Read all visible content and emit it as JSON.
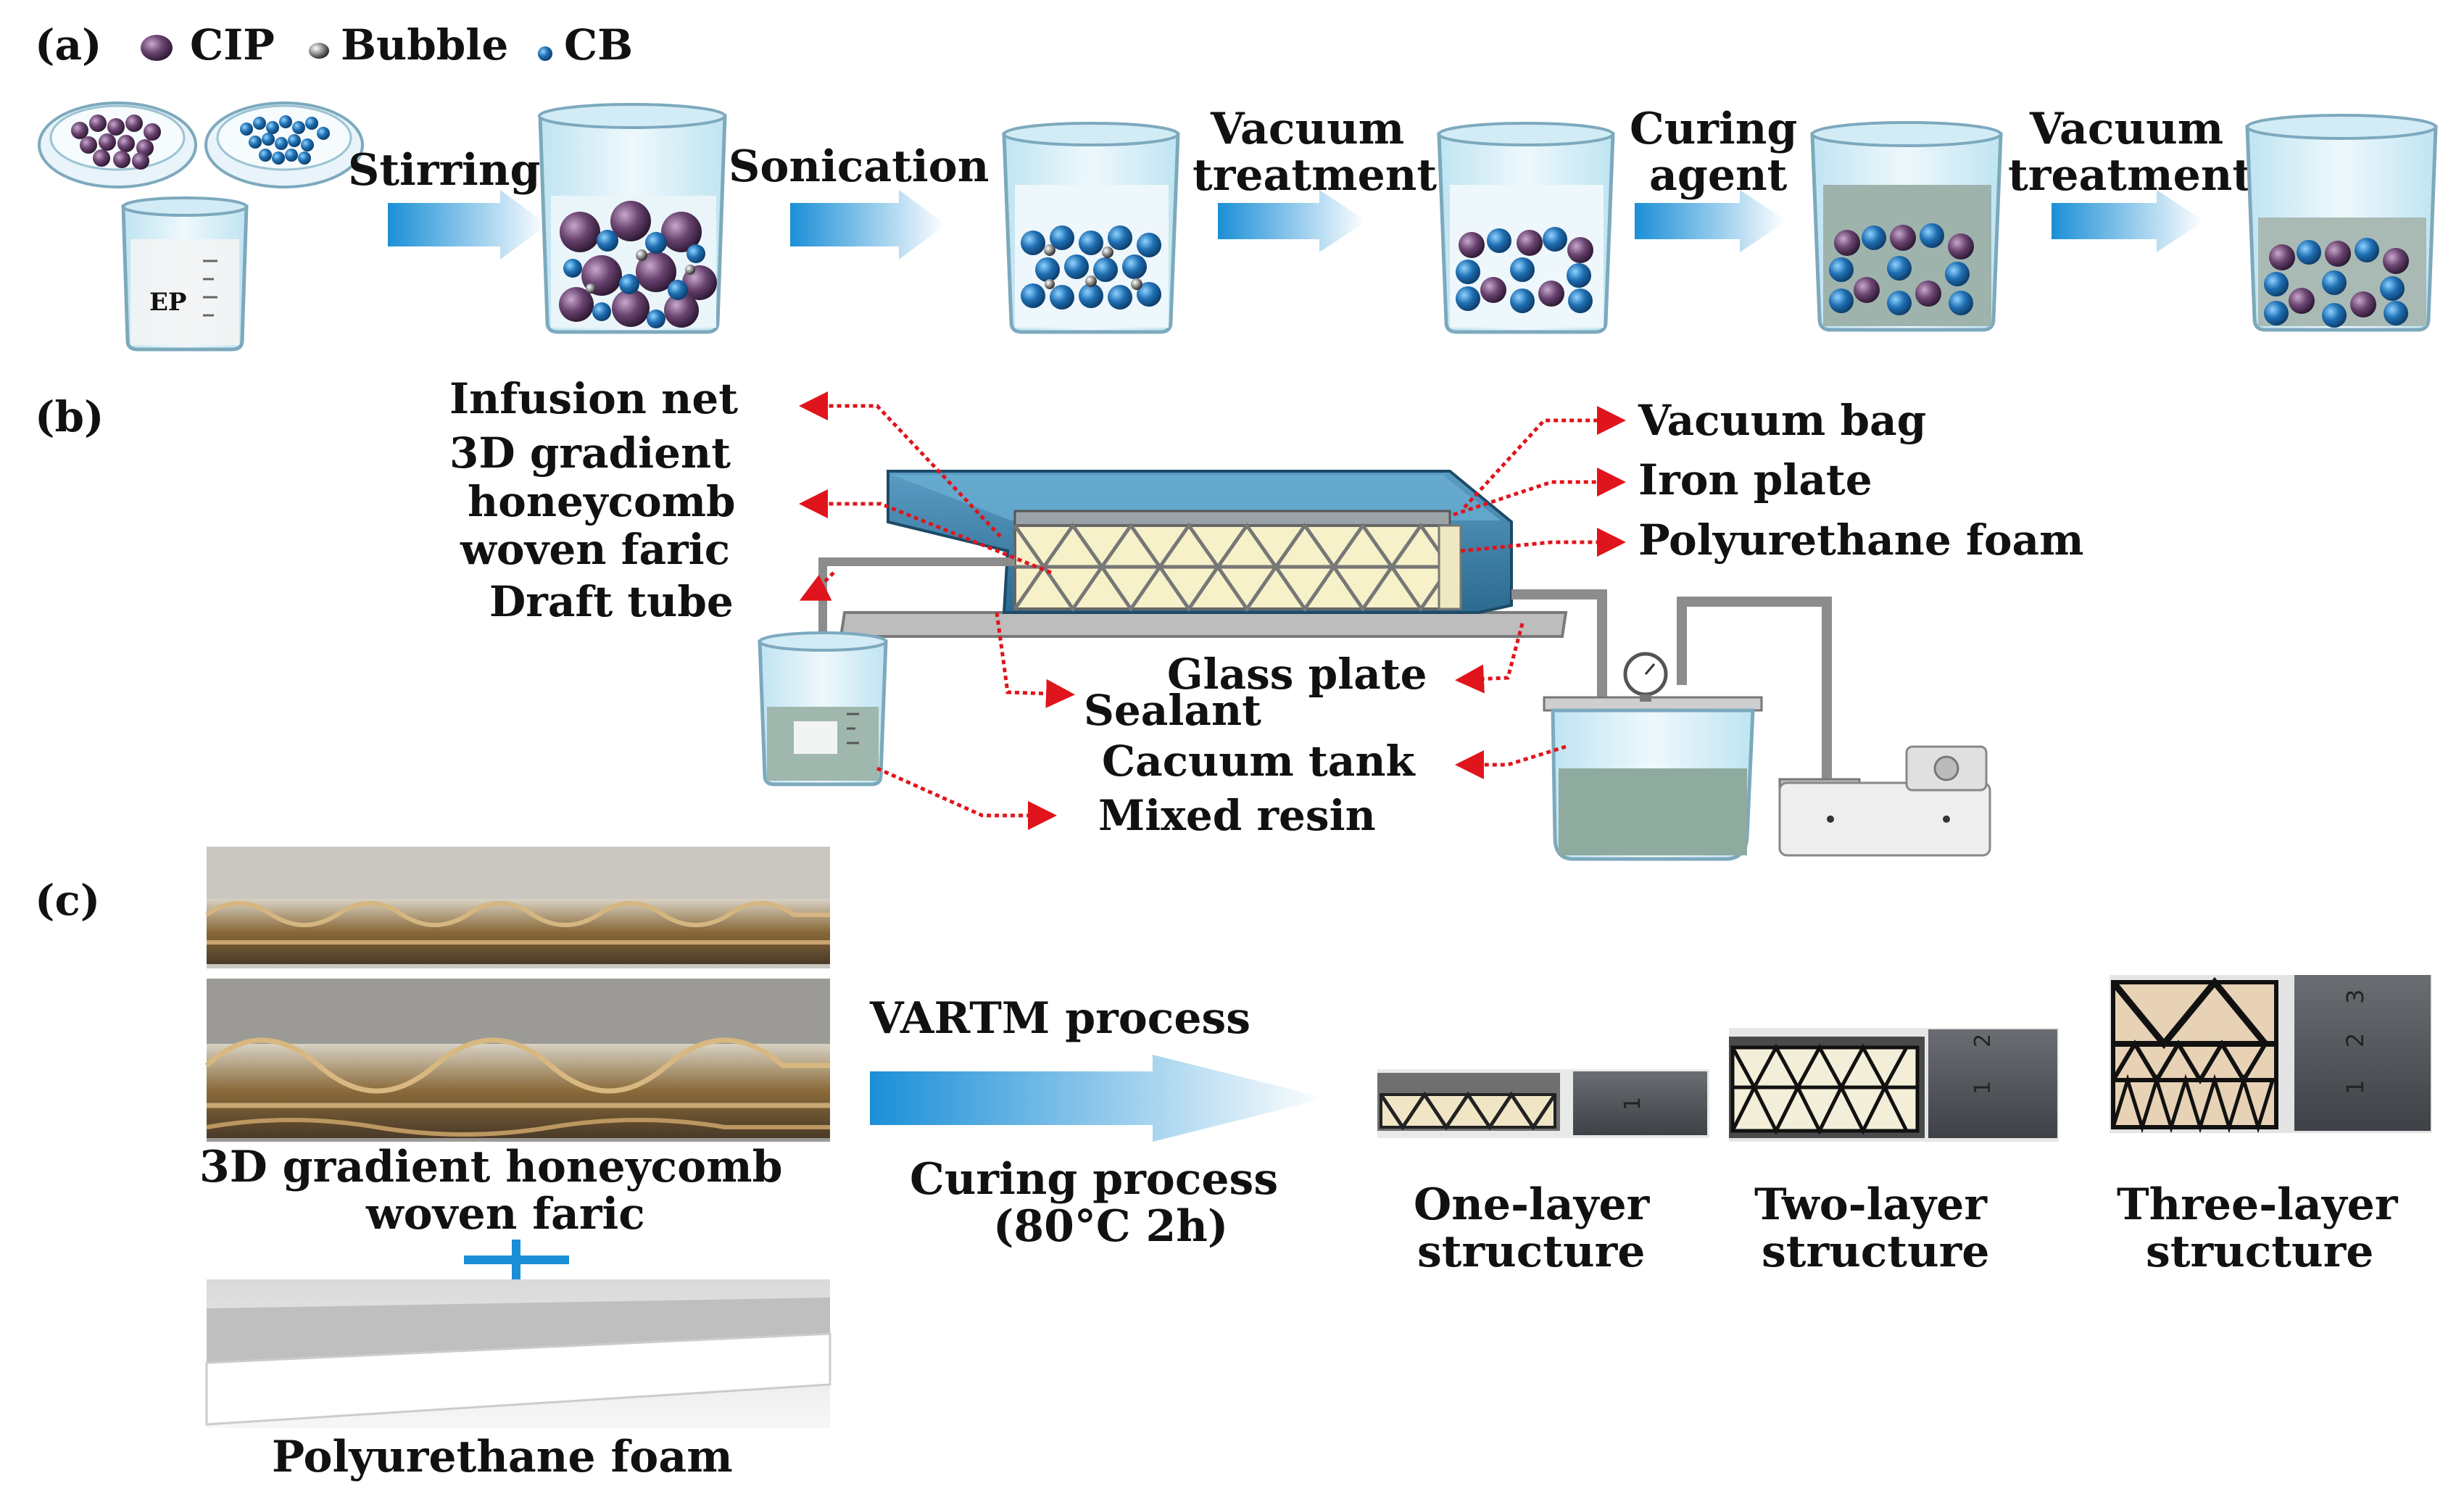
{
  "panel_a": {
    "label": "(a)",
    "legend": [
      "CIP",
      "Bubble",
      "CB"
    ],
    "beaker_label": "EP",
    "steps": [
      [
        "Stirring"
      ],
      [
        "Sonication"
      ],
      [
        "Vacuum",
        "treatment"
      ],
      [
        "Curing",
        "agent"
      ],
      [
        "Vacuum",
        "treatment"
      ]
    ]
  },
  "panel_b": {
    "label": "(b)",
    "left_labels": [
      "Infusion net",
      "3D gradient",
      "honeycomb",
      "woven faric",
      "Draft tube"
    ],
    "right_labels": [
      "Vacuum bag",
      "Iron plate",
      "Polyurethane foam"
    ],
    "bottom_labels": [
      "Glass plate",
      "Sealant",
      "Cacuum tank",
      "Mixed resin"
    ]
  },
  "panel_c": {
    "label": "(c)",
    "fabric_caption": [
      "3D gradient honeycomb",
      "woven faric"
    ],
    "foam_caption": "Polyurethane foam",
    "process_top": "VARTM process",
    "process_bottom": [
      "Curing process",
      "(80°C 2h)"
    ],
    "structures": [
      {
        "line1": "One-layer",
        "line2": "structure",
        "ruler": [
          "1"
        ]
      },
      {
        "line1": "Two-layer",
        "line2": "structure",
        "ruler": [
          "1",
          "2"
        ]
      },
      {
        "line1": "Three-layer",
        "line2": "structure",
        "ruler": [
          "1",
          "2",
          "3"
        ]
      }
    ]
  },
  "colors": {
    "arrow_start": "#1b8fd6",
    "arrow_end": "#ffffff",
    "callout": "#e0141c",
    "beaker_liquid": "#dbeef7",
    "cip": "#5a3a5e",
    "cb": "#1f6fb3",
    "bag": "#3a80a8",
    "fabric": "#f6f1c9"
  }
}
